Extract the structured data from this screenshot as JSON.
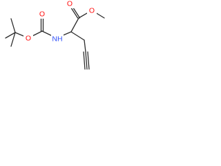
{
  "molecule": {
    "atom_labels": {
      "carbonyl_o_boc": "O",
      "ester_o_boc": "O",
      "amide_n": "NH",
      "carbonyl_o_ester": "O",
      "ester_o_methyl": "O"
    },
    "colors": {
      "bond": "#2b2b2b",
      "oxygen": "#ff0d0d",
      "nitrogen": "#3050f8"
    }
  }
}
